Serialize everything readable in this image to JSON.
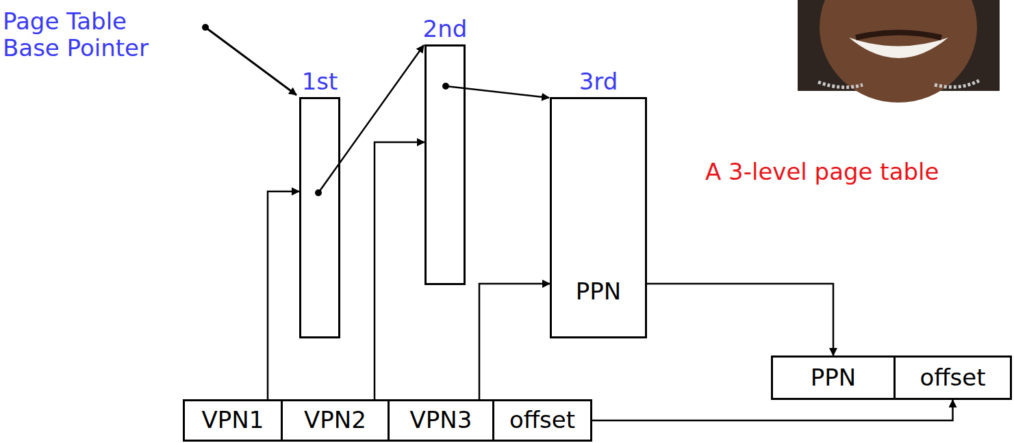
{
  "diagram": {
    "nodes": [
      {
        "text": [
          "1st"
        ]
      },
      {
        "text": [
          "2nd"
        ]
      },
      {
        "text": [
          "3rd",
          "PPN"
        ]
      },
      {
        "text": [
          "PPN"
        ]
      },
      {
        "text": [
          "offset"
        ]
      },
      {
        "text": [
          "VPN1"
        ]
      },
      {
        "text": [
          "VPN2"
        ]
      },
      {
        "text": [
          "VPN3"
        ]
      },
      {
        "text": [
          "offset"
        ]
      }
    ],
    "edges": [
      {
        "from": 5,
        "to": 0,
        "arrow": "to"
      },
      {
        "from": 6,
        "to": 1,
        "arrow": "to"
      },
      {
        "from": 7,
        "to": 2,
        "arrow": "to"
      },
      {
        "from": 0,
        "to": 1,
        "arrow": "to"
      },
      {
        "from": 1,
        "to": 2,
        "arrow": "to"
      },
      {
        "from": 2,
        "to": 3,
        "arrow": "to"
      },
      {
        "from": 8,
        "to": 4,
        "arrow": "to"
      }
    ],
    "labels": [
      "Page Table Base Pointer",
      "A 3-level page table"
    ]
  }
}
